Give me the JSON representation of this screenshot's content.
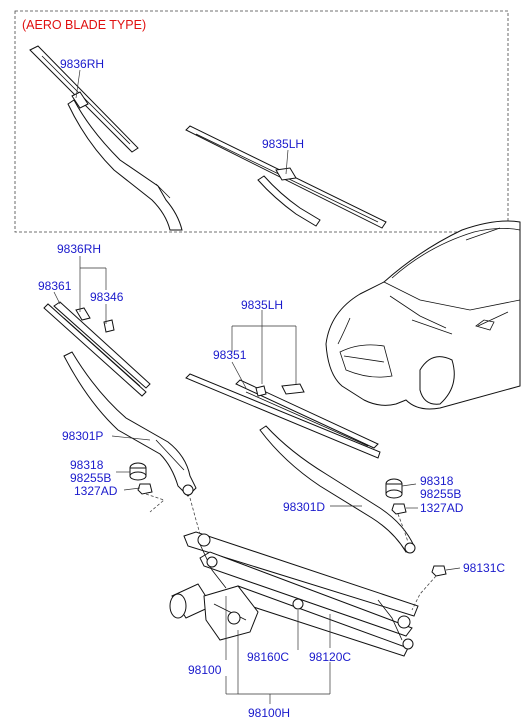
{
  "diagram": {
    "inset_title": "(AERO BLADE TYPE)",
    "labels": {
      "aero_rh": "9836RH",
      "aero_lh": "9835LH",
      "rh_blade_assy": "9836RH",
      "rh_refill": "98361",
      "rh_cap": "98346",
      "lh_blade_assy": "9835LH",
      "lh_refill": "98351",
      "rh_arm": "98301P",
      "rh_nut_cap": "98318",
      "rh_cover": "98255B",
      "rh_nut": "1327AD",
      "lh_arm": "98301D",
      "lh_nut_cap": "98318",
      "lh_cover": "98255B",
      "lh_nut": "1327AD",
      "grommet": "98131C",
      "motor": "98100",
      "crank": "98160C",
      "linkage": "98120C",
      "motor_linkage_assy": "98100H"
    }
  }
}
